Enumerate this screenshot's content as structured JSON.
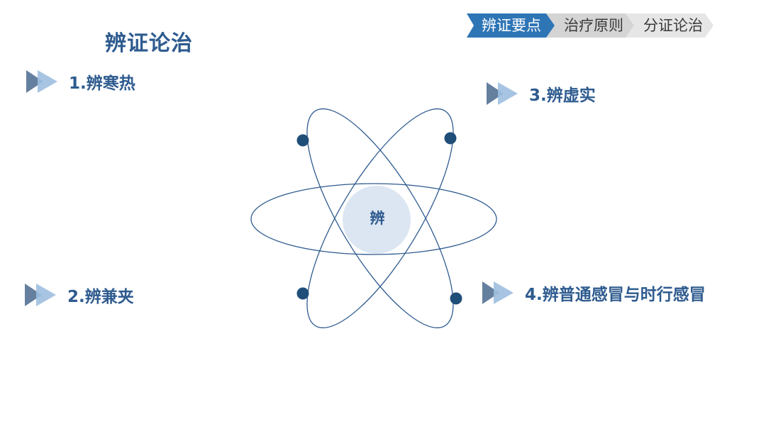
{
  "page": {
    "title": "辨证论治"
  },
  "tabs": [
    {
      "label": "辨证要点",
      "active": true
    },
    {
      "label": "治疗原则",
      "active": false
    },
    {
      "label": "分证论治",
      "active": false
    }
  ],
  "points": [
    {
      "label": "1.辨寒热"
    },
    {
      "label": "2.辨兼夹"
    },
    {
      "label": "3.辨虚实"
    },
    {
      "label": "4.辨普通感冒与时行感冒"
    }
  ],
  "diagram": {
    "center_label": "辨",
    "icon": "atom-icon"
  },
  "colors": {
    "primary": "#2e5b8f",
    "accent": "#2e75b6",
    "nucleus": "#dce6f2",
    "arrow_dark": "#4a6a8e",
    "arrow_light": "#9dbfe0",
    "tab_inactive": "#d4d4d4"
  }
}
